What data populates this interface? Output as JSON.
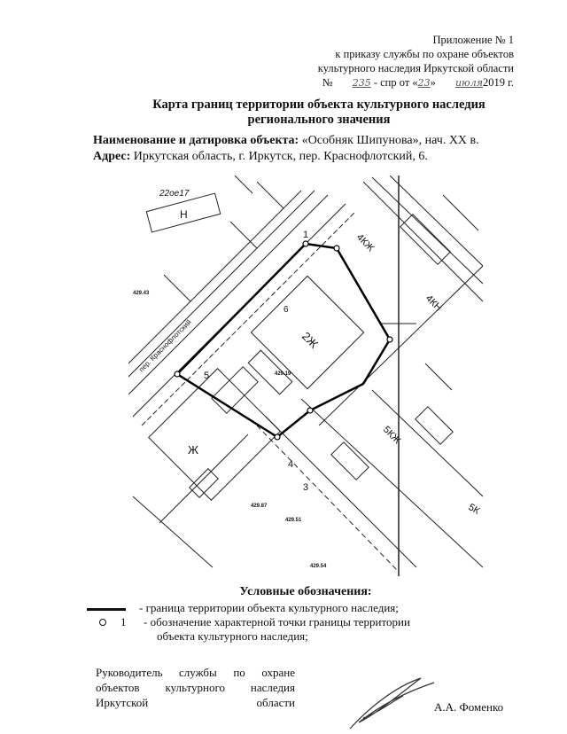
{
  "header": {
    "line1": "Приложение № 1",
    "line2": "к приказу службы по охране объектов",
    "line3": "культурного наследия Иркутской области",
    "order_prefix": "№",
    "order_number": "235",
    "order_mid": "- спр от «",
    "order_day": "23",
    "order_quote_close": "»",
    "order_month": "июля",
    "order_year": "2019 г."
  },
  "title": {
    "line1": "Карта границ территории объекта культурного наследия",
    "line2": "регионального значения"
  },
  "object": {
    "name_label": "Наименование и датировка объекта:",
    "name_value": "«Особняк Шипунова», нач. XX в.",
    "address_label": "Адрес:",
    "address_value": "Иркутская область, г. Иркутск, пер. Краснофлотский, 6."
  },
  "map": {
    "labels": {
      "building_n": "Н",
      "building_2zh": "2Ж",
      "building_zh": "Ж",
      "building_4kzh": "4КЖ",
      "building_4kn": "4КН",
      "building_5kzh": "5КЖ",
      "building_5k": "5К",
      "street": "пер. Краснофлотский",
      "corner_note": "22ое17",
      "point_1": "1",
      "point_3": "3",
      "point_4": "4",
      "point_5": "5",
      "point_6": "6",
      "elev_1": "429.19",
      "elev_2": "429.87",
      "elev_3": "429.51",
      "elev_4": "429.54",
      "elev_5": "429.43"
    }
  },
  "legend": {
    "title": "Условные обозначения:",
    "item1": "- граница территории  объекта культурного наследия;",
    "item2_num": "1",
    "item2_line1": "- обозначение характерной точки границы  территории",
    "item2_line2": "объекта   культурного наследия;"
  },
  "signature": {
    "position": "Руководитель службы по охране объектов культурного наследия Иркутской области",
    "position_last": "Иркутской области",
    "name": "А.А. Фоменко"
  }
}
